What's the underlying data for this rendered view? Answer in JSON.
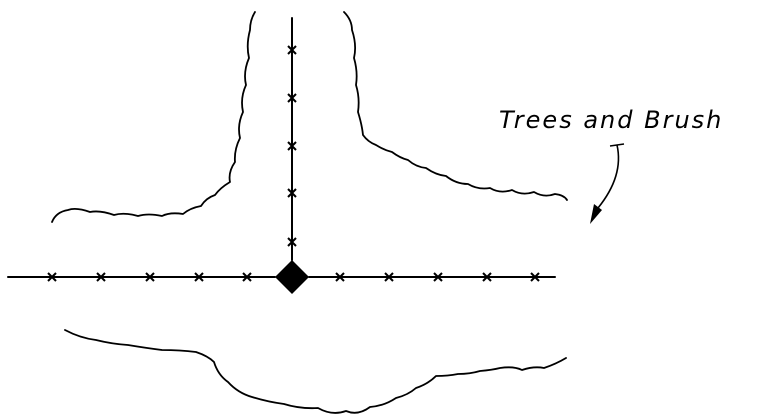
{
  "labels": {
    "vegetation": "Trees and Brush"
  },
  "colors": {
    "ink": "#000000",
    "background": "#ffffff"
  },
  "icons": {
    "junction": "filled-diamond",
    "fence_post": "x-mark"
  }
}
